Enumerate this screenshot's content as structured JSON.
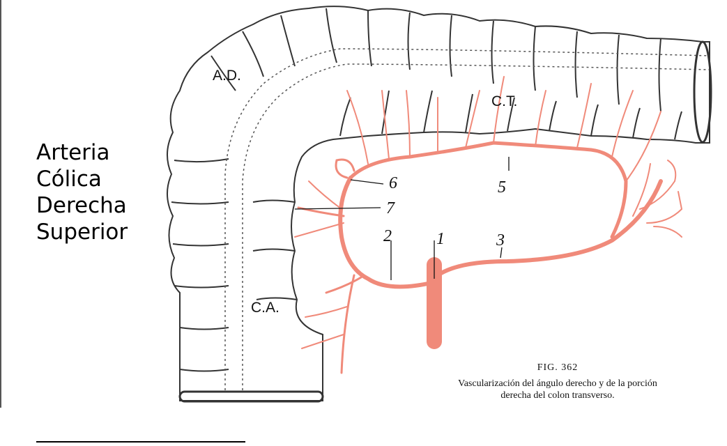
{
  "title": {
    "lines": [
      "Arteria",
      "Cólica",
      "Derecha",
      "Superior"
    ]
  },
  "figure": {
    "region_labels": {
      "ad": "A.D.",
      "ct": "C.T.",
      "ca": "C.A."
    },
    "vessel_numbers": {
      "n1": "1",
      "n2": "2",
      "n3": "3",
      "n5": "5",
      "n6": "6",
      "n7": "7"
    },
    "caption": {
      "fig_number": "FIG. 362",
      "text_line1": "Vascularización del ángulo derecho y de la porción",
      "text_line2": "derecha del colon transverso."
    }
  },
  "colors": {
    "artery": "#f08a7a",
    "artery_stroke": "#e06e5e",
    "outline": "#333333",
    "background": "#ffffff"
  }
}
